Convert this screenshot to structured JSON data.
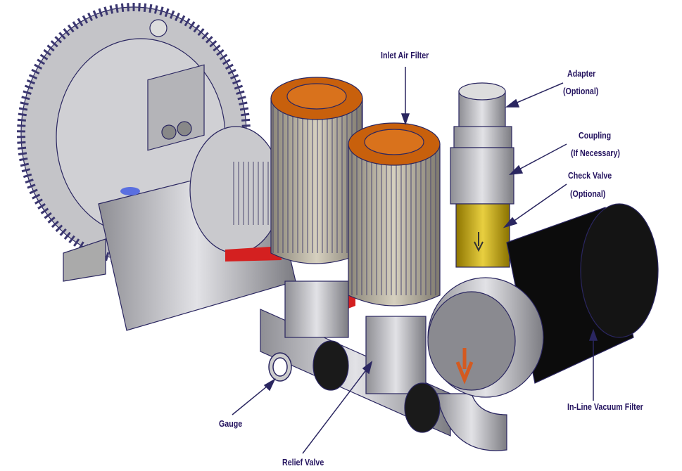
{
  "labels": {
    "inlet_air_filter": "Inlet Air Filter",
    "adapter": "Adapter",
    "adapter_note": "(Optional)",
    "coupling": "Coupling",
    "coupling_note": "(If Necessary)",
    "check_valve": "Check Valve",
    "check_valve_note": "(Optional)",
    "inline_vacuum_filter": "In-Line Vacuum Filter",
    "gauge": "Gauge",
    "relief_valve": "Relief Valve"
  },
  "colors": {
    "label_text": "#24135f",
    "outline": "#2a2660",
    "filter_cap": "#c8600c",
    "check_valve": "#c9a800",
    "vacuum_filter": "#0a0a0a",
    "metal": "#b9b9bd"
  }
}
